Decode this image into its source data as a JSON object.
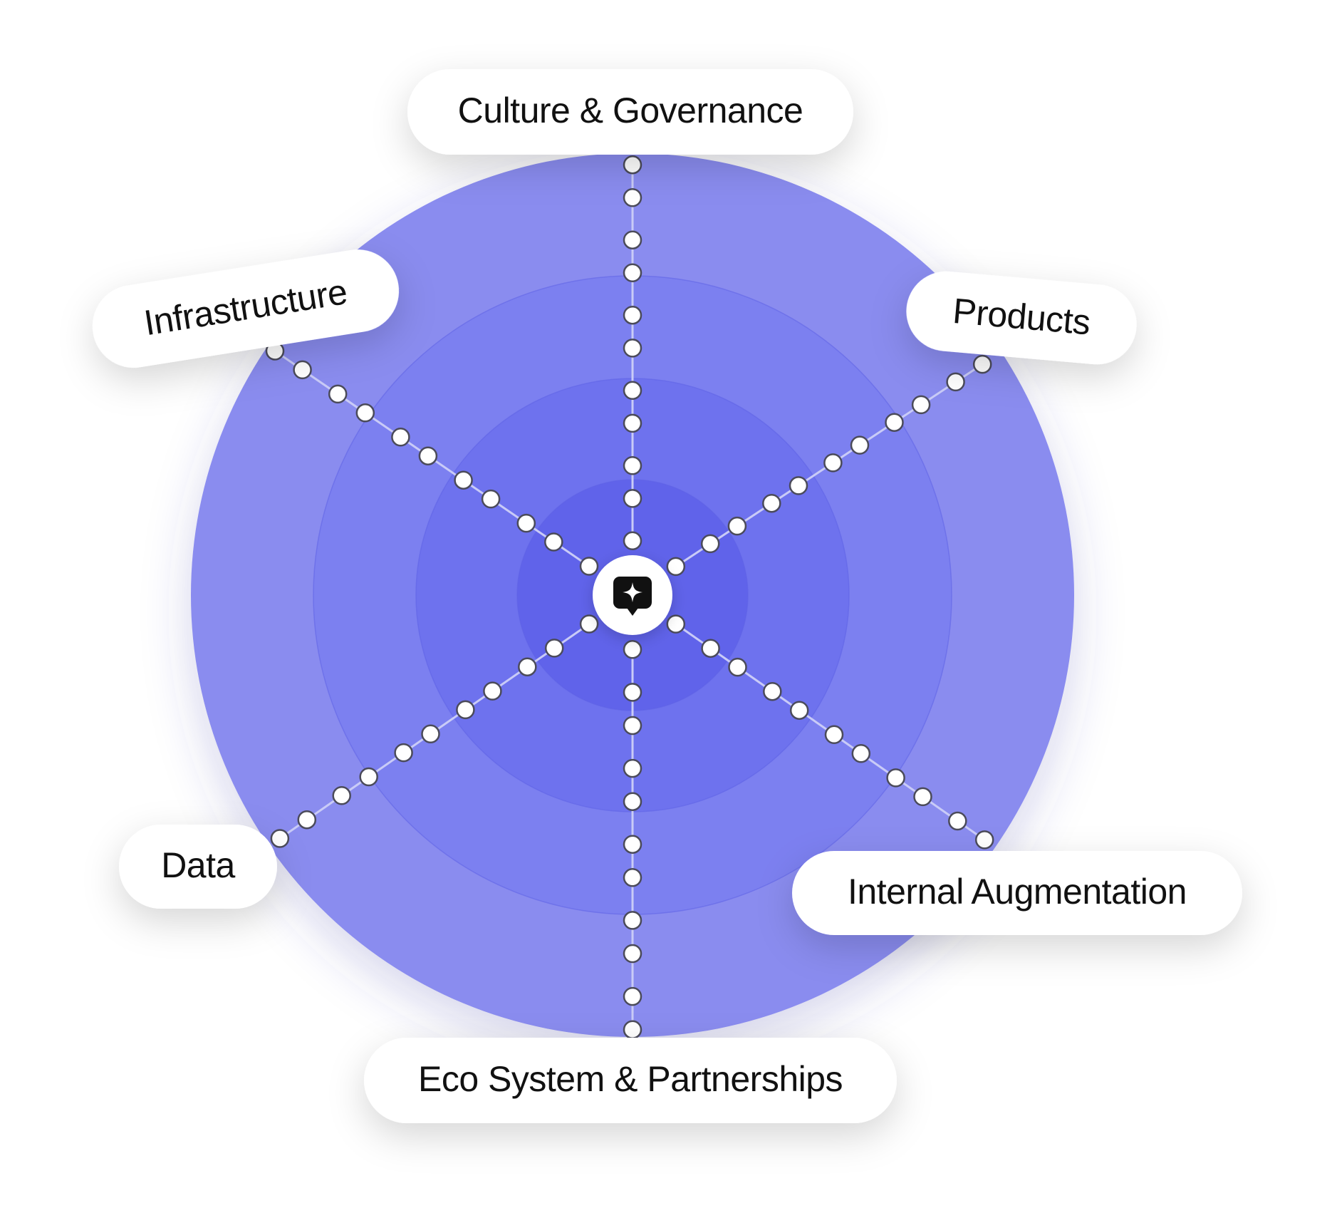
{
  "diagram": {
    "center_icon": "sparkle-chat-icon",
    "ring_count": 4,
    "colors": {
      "ring_outer": "#8a8cef",
      "ring_2": "#7c80f0",
      "ring_3": "#6e72ee",
      "ring_inner": "#6063ea",
      "ring_stroke": "#5f63e6",
      "spoke": "#c9cbf7",
      "node_fill": "#ffffff",
      "node_stroke": "#4b4b5a",
      "label_bg": "#ffffff",
      "label_text": "#111111",
      "icon": "#111111"
    },
    "labels": [
      {
        "id": "culture",
        "text": "Culture & Governance"
      },
      {
        "id": "infrastructure",
        "text": "Infrastructure"
      },
      {
        "id": "products",
        "text": "Products"
      },
      {
        "id": "data",
        "text": "Data"
      },
      {
        "id": "internal",
        "text": "Internal Augmentation"
      },
      {
        "id": "ecosystem",
        "text": "Eco System & Partnerships"
      }
    ]
  }
}
